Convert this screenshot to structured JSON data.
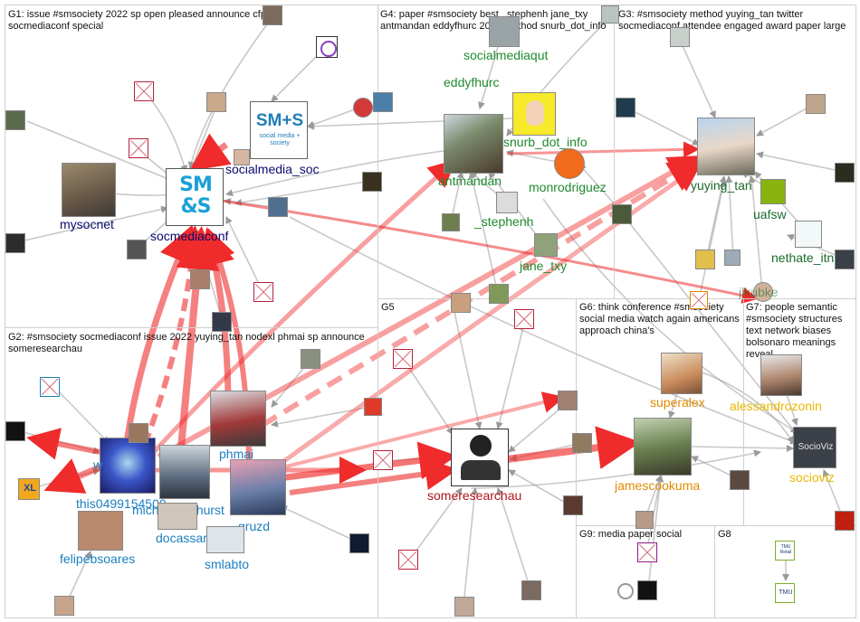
{
  "groups": [
    {
      "id": "G1",
      "caption": "G1: issue #smsociety 2022 sp open pleased announce cfp socmediaconf special"
    },
    {
      "id": "G4",
      "caption": "G4: paper #smsociety best _stephenh jane_txy antmandan eddyfhurc 2022 method snurb_dot_info"
    },
    {
      "id": "G3",
      "caption": "G3: #smsociety method yuying_tan twitter socmediaconf attendee engaged award paper large"
    },
    {
      "id": "G2",
      "caption": "G2: #smsociety socmediaconf issue 2022 yuying_tan nodexl phmai sp announce someresearchau"
    },
    {
      "id": "G5",
      "caption": "G5"
    },
    {
      "id": "G6",
      "caption": "G6: think conference #smsociety social media watch again americans approach china's"
    },
    {
      "id": "G7",
      "caption": "G7: people semantic #smsociety structures text network biases bolsonaro meanings reveal"
    },
    {
      "id": "G9",
      "caption": "G9: media paper social"
    },
    {
      "id": "G8",
      "caption": "G8"
    }
  ],
  "nodes": {
    "mysocnet": "mysocnet",
    "socmediaconf": "socmediaconf",
    "socmediaconf_logo": "SM&S",
    "socialmedia_soc": "socialmedia_soc",
    "sms_logo_top": "SM+S",
    "sms_logo_sub": "social media + society",
    "antmandan": "antmandan",
    "snurb_dot_info": "snurb_dot_info",
    "eddyfhurc": "eddyfhurc",
    "socialmediaqut": "socialmediaqut",
    "monrodriguez": "monrodriguez",
    "stephenh": "_stephenh",
    "jane_txy": "jane_txy",
    "yuying_tan": "yuying_tan",
    "uafsw": "uafsw",
    "nethate_itn": "nethate_itn",
    "jlkubke": "jlkubke",
    "someresearchau": "someresearchau",
    "phmai": "phmai",
    "this0499154500": "this0499154500",
    "michaeljbathurst": "michaeljbathurst",
    "docassar": "docassar",
    "gruzd": "gruzd",
    "felipebsoares": "felipebsoares",
    "smlabto": "smlabto",
    "w": "w",
    "superalex": "superalex",
    "jamescookuma": "jamescookuma",
    "alessandrozonin": "alessandrozonin",
    "socioviz": "socioviz",
    "socioviz_logo": "SocioViz",
    "tmu_retail": "TMU Retail",
    "tmu": "TMU",
    "xl": "XL"
  },
  "colors": {
    "g1": "#0b0b6e",
    "g4": "#1f8a2e",
    "g3": "#1b6b2a",
    "g2": "#1a7fbf",
    "g5": "#b3121d",
    "g6": "#e18a00",
    "g7": "#e9b800",
    "edge_red": "#ef2b2b",
    "edge_gray": "#9a9a9a",
    "xbox": "#b2223a"
  }
}
